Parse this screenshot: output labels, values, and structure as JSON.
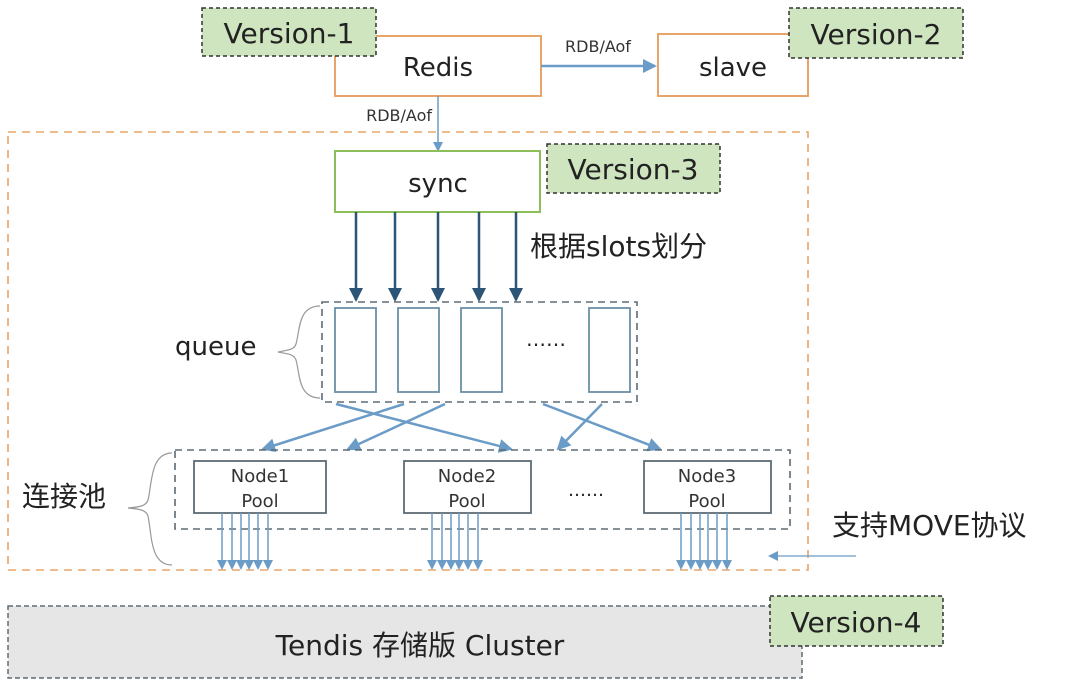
{
  "diagram": {
    "redis": {
      "label": "Redis"
    },
    "slave": {
      "label": "slave"
    },
    "sync": {
      "label": "sync"
    },
    "edges": {
      "redis_to_slave": "RDB/Aof",
      "redis_to_sync": "RDB/Aof",
      "sync_to_queue": "根据slots划分"
    },
    "versions": [
      "Version-1",
      "Version-2",
      "Version-3",
      "Version-4"
    ],
    "queue": {
      "label": "queue",
      "ellipsis": "……"
    },
    "pool": {
      "label": "连接池",
      "ellipsis": "……",
      "nodes": [
        {
          "line1": "Node1",
          "line2": "Pool"
        },
        {
          "line1": "Node2",
          "line2": "Pool"
        },
        {
          "line1": "Node3",
          "line2": "Pool"
        }
      ]
    },
    "move_note": "支持MOVE协议",
    "cluster": {
      "label": "Tendis 存储版 Cluster"
    },
    "colors": {
      "orange_border": "#e8a56a",
      "green_border": "#8cbf5a",
      "version_fill": "#cfe5c0",
      "arrow_blue": "#6b9cc7",
      "arrow_dark": "#2d5577",
      "dash_gray": "#5d6b75",
      "cluster_fill": "#e6e6e6"
    }
  }
}
